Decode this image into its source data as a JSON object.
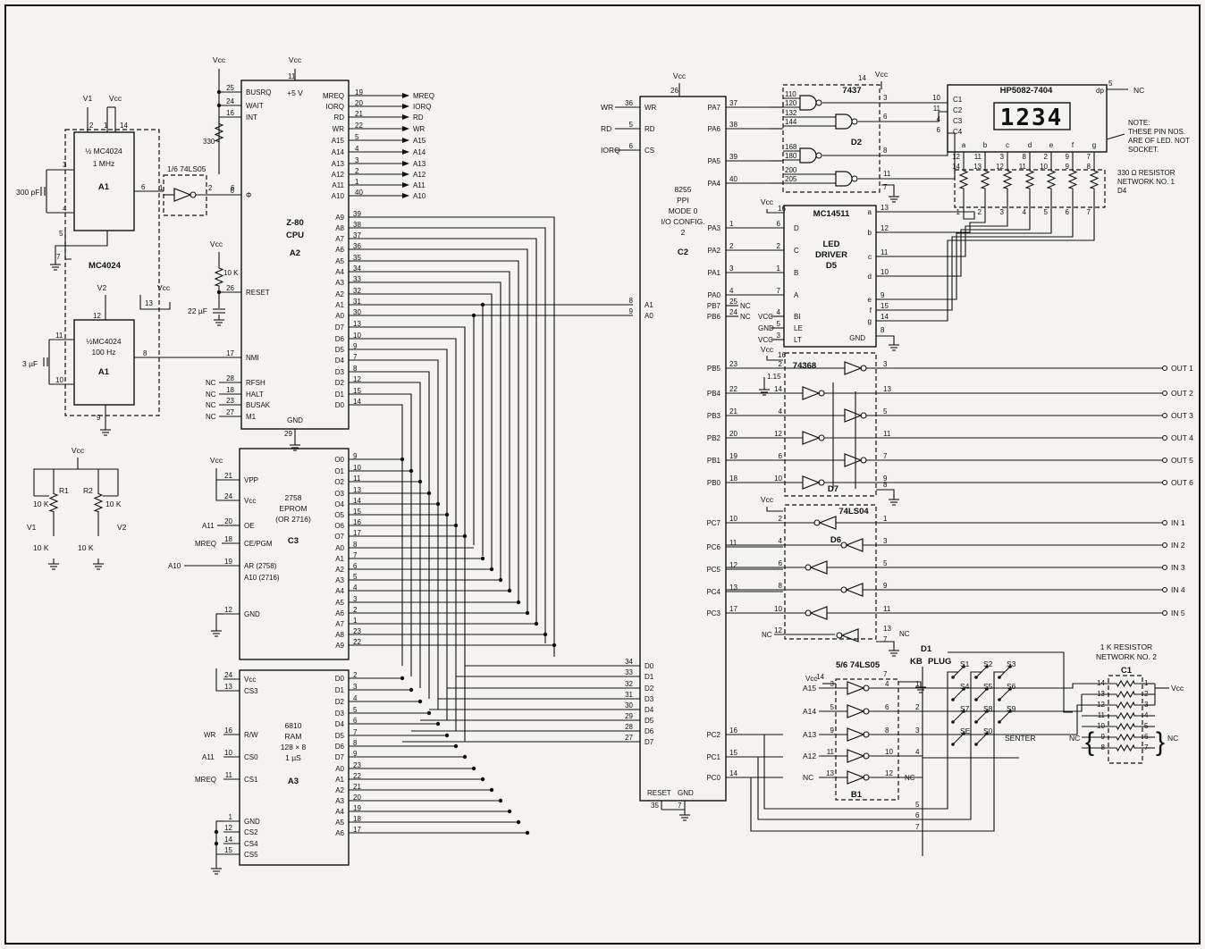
{
  "chips": [
    {
      "id": "A1a",
      "labels": [
        "½ MC4024",
        "1 MHz",
        "A1"
      ]
    },
    {
      "id": "A1b",
      "labels": [
        "½MC4024",
        "100 Hz",
        "A1"
      ]
    },
    {
      "id": "A2",
      "labels": [
        "Z-80",
        "CPU",
        "A2",
        "+5 V"
      ]
    },
    {
      "id": "C3",
      "labels": [
        "2758",
        "EPROM",
        "(OR 2716)",
        "C3"
      ]
    },
    {
      "id": "A3",
      "labels": [
        "6810",
        "RAM",
        "128 × 8",
        "1 µS",
        "A3"
      ]
    },
    {
      "id": "C2",
      "labels": [
        "8255",
        "PPI",
        "MODE 0",
        "I/O CONFIG.",
        "2",
        "C2"
      ]
    },
    {
      "id": "D5",
      "labels": [
        "MC14511",
        "LED",
        "DRIVER",
        "D5"
      ]
    },
    {
      "id": "LED",
      "labels": [
        "HP5082-7404",
        "1234"
      ]
    }
  ],
  "cpu": {
    "left_pins": [
      [
        "25",
        "BUSRQ"
      ],
      [
        "24",
        "WAIT"
      ],
      [
        "16",
        "INT"
      ],
      [
        "6",
        "Φ"
      ],
      [
        "26",
        "RESET"
      ],
      [
        "17",
        "NMI"
      ],
      [
        "28",
        "RFSH"
      ],
      [
        "18",
        "HALT"
      ],
      [
        "23",
        "BUSAK"
      ],
      [
        "27",
        "M1"
      ]
    ],
    "right_top": [
      [
        "19",
        "MREQ"
      ],
      [
        "20",
        "IORQ"
      ],
      [
        "21",
        "RD"
      ],
      [
        "22",
        "WR"
      ],
      [
        "5",
        "A15"
      ],
      [
        "4",
        "A14"
      ],
      [
        "3",
        "A13"
      ],
      [
        "2",
        "A12"
      ],
      [
        "1",
        "A11"
      ],
      [
        "40",
        "A10"
      ]
    ],
    "addr": [
      [
        "A9",
        "39"
      ],
      [
        "A8",
        "38"
      ],
      [
        "A7",
        "37"
      ],
      [
        "A6",
        "36"
      ],
      [
        "A5",
        "35"
      ],
      [
        "A4",
        "34"
      ],
      [
        "A3",
        "33"
      ],
      [
        "A2",
        "32"
      ],
      [
        "A1",
        "31"
      ],
      [
        "A0",
        "30"
      ]
    ],
    "data": [
      [
        "D7",
        "13"
      ],
      [
        "D6",
        "10"
      ],
      [
        "D5",
        "9"
      ],
      [
        "D4",
        "7"
      ],
      [
        "D3",
        "8"
      ],
      [
        "D2",
        "12"
      ],
      [
        "D1",
        "15"
      ],
      [
        "D0",
        "14"
      ]
    ],
    "gnd": "GND",
    "gnd_pin": "29",
    "vcc_pin": "11"
  },
  "eprom": {
    "left": [
      [
        "21",
        "VPP"
      ],
      [
        "24",
        "Vcc"
      ],
      [
        "20",
        "OE"
      ],
      [
        "18",
        "CE/PGM"
      ],
      [
        "19",
        "AR (2758)"
      ],
      [
        "",
        "A10 (2716)"
      ],
      [
        "12",
        "GND"
      ]
    ],
    "right": [
      [
        "O0",
        "9"
      ],
      [
        "O1",
        "10"
      ],
      [
        "O2",
        "11"
      ],
      [
        "O3",
        "13"
      ],
      [
        "O4",
        "14"
      ],
      [
        "O5",
        "15"
      ],
      [
        "O6",
        "16"
      ],
      [
        "O7",
        "17"
      ],
      [
        "A0",
        "8"
      ],
      [
        "A1",
        "7"
      ],
      [
        "A2",
        "6"
      ],
      [
        "A3",
        "5"
      ],
      [
        "A4",
        "4"
      ],
      [
        "A5",
        "3"
      ],
      [
        "A6",
        "2"
      ],
      [
        "A7",
        "1"
      ],
      [
        "A8",
        "23"
      ],
      [
        "A9",
        "22"
      ]
    ],
    "ext": [
      "A11",
      "MREQ",
      "A10"
    ]
  },
  "ram": {
    "left": [
      [
        "24",
        "Vcc"
      ],
      [
        "13",
        "CS3"
      ],
      [
        "16",
        "R/W"
      ],
      [
        "10",
        "CS0"
      ],
      [
        "11",
        "CS1"
      ],
      [
        "1",
        "GND"
      ],
      [
        "12",
        "CS2"
      ],
      [
        "14",
        "CS4"
      ],
      [
        "15",
        "CS5"
      ]
    ],
    "right": [
      [
        "D0",
        "2"
      ],
      [
        "D1",
        "3"
      ],
      [
        "D2",
        "4"
      ],
      [
        "D3",
        "5"
      ],
      [
        "D4",
        "6"
      ],
      [
        "D5",
        "7"
      ],
      [
        "D6",
        "8"
      ],
      [
        "D7",
        "9"
      ],
      [
        "A0",
        "23"
      ],
      [
        "A1",
        "22"
      ],
      [
        "A2",
        "21"
      ],
      [
        "A3",
        "20"
      ],
      [
        "A4",
        "19"
      ],
      [
        "A5",
        "18"
      ],
      [
        "A6",
        "17"
      ]
    ],
    "ext": [
      "WR",
      "A11",
      "MREQ"
    ]
  },
  "ppi": {
    "left_top": [
      [
        "WR",
        "36",
        "WR"
      ],
      [
        "RD",
        "5",
        "RD"
      ],
      [
        "IORQ",
        "6",
        "CS"
      ]
    ],
    "addr": [
      [
        "8",
        "A1"
      ],
      [
        "9",
        "A0"
      ]
    ],
    "data": [
      [
        "34",
        "D0"
      ],
      [
        "33",
        "D1"
      ],
      [
        "32",
        "D2"
      ],
      [
        "31",
        "D3"
      ],
      [
        "30",
        "D4"
      ],
      [
        "29",
        "D5"
      ],
      [
        "28",
        "D6"
      ],
      [
        "27",
        "D7"
      ]
    ],
    "right": [
      [
        "PA7",
        "37"
      ],
      [
        "PA6",
        "38"
      ],
      [
        "PA5",
        "39"
      ],
      [
        "PA4",
        "40"
      ],
      [
        "PA3",
        "1"
      ],
      [
        "PA2",
        "2"
      ],
      [
        "PA1",
        "3"
      ],
      [
        "PA0",
        "4"
      ],
      [
        "PB7",
        "25"
      ],
      [
        "PB6",
        "24"
      ],
      [
        "PB5",
        "23"
      ],
      [
        "PB4",
        "22"
      ],
      [
        "PB3",
        "21"
      ],
      [
        "PB2",
        "20"
      ],
      [
        "PB1",
        "19"
      ],
      [
        "PB0",
        "18"
      ],
      [
        "PC7",
        "10"
      ],
      [
        "PC6",
        "11"
      ],
      [
        "PC5",
        "12"
      ],
      [
        "PC4",
        "13"
      ],
      [
        "PC3",
        "17"
      ],
      [
        "PC2",
        "16"
      ],
      [
        "PC1",
        "15"
      ],
      [
        "PC0",
        "14"
      ]
    ],
    "bottom": [
      "RESET",
      "GND",
      "35",
      "7"
    ],
    "vcc_pin": "26"
  },
  "d5": {
    "left": [
      [
        "D",
        "6"
      ],
      [
        "C",
        "2"
      ],
      [
        "B",
        "1"
      ],
      [
        "A",
        "7"
      ],
      [
        "BI",
        "4"
      ],
      [
        "LE",
        "5"
      ],
      [
        "LT",
        "3"
      ]
    ],
    "right": [
      [
        "a",
        "13"
      ],
      [
        "b",
        "12"
      ],
      [
        "c",
        "11"
      ],
      [
        "d",
        "10"
      ],
      [
        "e",
        "9"
      ],
      [
        "f",
        "15"
      ],
      [
        "g",
        "14"
      ]
    ],
    "vcc_pin": "16",
    "gnd": "GND",
    "gnd_pin": "8",
    "side": [
      "VCC",
      "GND",
      "VCC"
    ]
  },
  "labels": {
    "vcc": "Vcc",
    "nc": "NC",
    "v1": "V1",
    "v2": "V2",
    "r1": "R1",
    "r2": "R2",
    "k10": "10 K",
    "cap1": "300 pF",
    "cap2": "3 µF",
    "cap3": "22 µF",
    "r330": "330",
    "mc4024": "MC4024",
    "inv_title": "1/6 74LS05",
    "d2": "7437",
    "d2_name": "D2",
    "d7": "74368",
    "d7_name": "D7",
    "d6": "74LS04",
    "d6_name": "D6",
    "b1": "5/6 74LS05",
    "b1_name": "B1",
    "note": [
      "NOTE:",
      "THESE PIN NOS.",
      "ARE OF LED. NOT",
      "SOCKET."
    ],
    "led_pins": [
      "C1",
      "C2",
      "C3",
      "C4",
      "dp"
    ],
    "led_segs": [
      "a",
      "b",
      "c",
      "d",
      "e",
      "f",
      "g"
    ],
    "led_pin_nums": [
      "12",
      "11",
      "3",
      "8",
      "2",
      "9",
      "7"
    ],
    "d4_pin_nums": [
      "14",
      "13",
      "12",
      "11",
      "10",
      "9",
      "8"
    ],
    "d4_title": [
      "330 Ω RESISTOR",
      "NETWORK NO. 1",
      "D4"
    ],
    "net2_title": [
      "1 K RESISTOR",
      "NETWORK NO. 2"
    ],
    "c1": "C1",
    "outs": [
      "OUT 1",
      "OUT 2",
      "OUT 3",
      "OUT 4",
      "OUT 5",
      "OUT 6"
    ],
    "ins": [
      "IN 1",
      "IN 2",
      "IN 3",
      "IN 4",
      "IN 5"
    ],
    "kb": [
      "D1",
      "KB",
      "PLUG"
    ],
    "switches": [
      "S1",
      "S2",
      "S3",
      "S4",
      "S5",
      "S6",
      "S7",
      "S8",
      "S9",
      "SE",
      "S0",
      "SENTER"
    ],
    "b1_inputs": [
      "A15",
      "A14",
      "A13",
      "A12",
      "NC"
    ],
    "one_fifteen": "1.15",
    "net2_nums": [
      "14",
      "13",
      "12",
      "11",
      "10",
      "9",
      "8",
      "1",
      "2",
      "3",
      "4",
      "5",
      "6",
      "7"
    ]
  }
}
